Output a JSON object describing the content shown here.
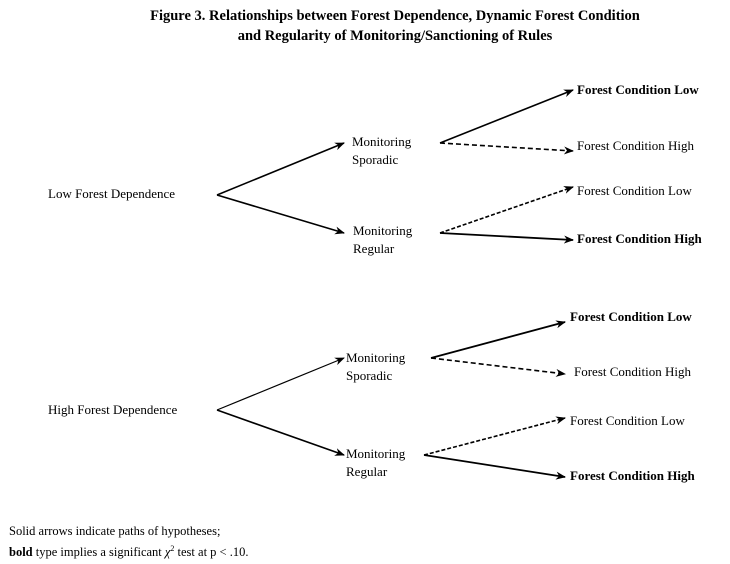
{
  "title": {
    "line1": "Figure 3. Relationships between Forest Dependence, Dynamic Forest Condition",
    "line2": "and Regularity of Monitoring/Sanctioning of Rules"
  },
  "trees": [
    {
      "root": "Low Forest Dependence",
      "branches": [
        {
          "monitoring_line1": "Monitoring",
          "monitoring_line2": "Sporadic",
          "outcomes": [
            {
              "label": "Forest Condition Low",
              "bold": true,
              "arrow": "solid"
            },
            {
              "label": "Forest Condition High",
              "bold": false,
              "arrow": "dashed"
            }
          ]
        },
        {
          "monitoring_line1": "Monitoring",
          "monitoring_line2": "Regular",
          "outcomes": [
            {
              "label": "Forest Condition Low",
              "bold": false,
              "arrow": "dashed"
            },
            {
              "label": "Forest Condition High",
              "bold": true,
              "arrow": "solid"
            }
          ]
        }
      ]
    },
    {
      "root": "High Forest Dependence",
      "branches": [
        {
          "monitoring_line1": "Monitoring",
          "monitoring_line2": "Sporadic",
          "outcomes": [
            {
              "label": "Forest Condition Low",
              "bold": true,
              "arrow": "solid"
            },
            {
              "label": "Forest Condition High",
              "bold": false,
              "arrow": "dashed"
            }
          ]
        },
        {
          "monitoring_line1": "Monitoring",
          "monitoring_line2": "Regular",
          "outcomes": [
            {
              "label": "Forest Condition Low",
              "bold": false,
              "arrow": "dashed"
            },
            {
              "label": "Forest Condition High",
              "bold": true,
              "arrow": "solid"
            }
          ]
        }
      ]
    }
  ],
  "footnote": {
    "line1": "Solid arrows indicate paths of hypotheses;",
    "line2_bold": "bold",
    "line2_pre": " type implies a significant ",
    "chi": "χ",
    "sup": "2",
    "line2_post": " test at p < .10."
  }
}
